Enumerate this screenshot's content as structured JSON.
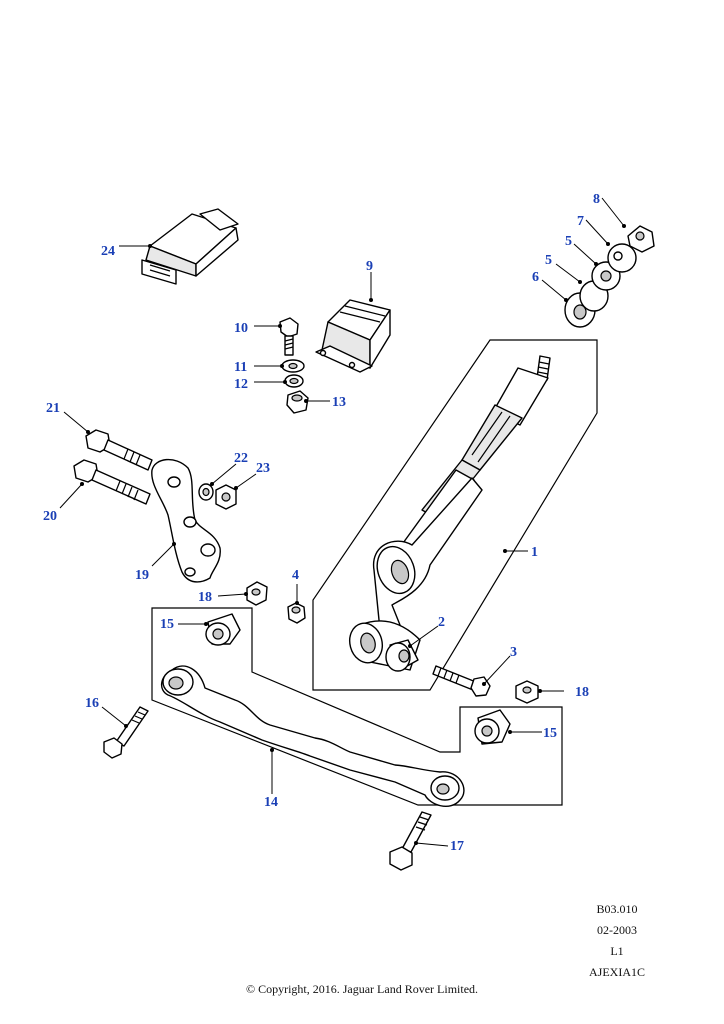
{
  "callouts": {
    "c1": "1",
    "c2": "2",
    "c3": "3",
    "c4": "4",
    "c5a": "5",
    "c5b": "5",
    "c6": "6",
    "c7": "7",
    "c8": "8",
    "c9": "9",
    "c10": "10",
    "c11": "11",
    "c12": "12",
    "c13": "13",
    "c14": "14",
    "c15a": "15",
    "c15b": "15",
    "c16": "16",
    "c17": "17",
    "c18a": "18",
    "c18b": "18",
    "c19": "19",
    "c20": "20",
    "c21": "21",
    "c22": "22",
    "c23": "23",
    "c24": "24"
  },
  "info": {
    "code": "B03.010",
    "date": "02-2003",
    "level": "L1",
    "ref": "AJEXIA1C",
    "copyright": "© Copyright, 2016. Jaguar Land Rover Limited."
  },
  "colors": {
    "callout": "#1a3fb5",
    "line": "#000000"
  }
}
